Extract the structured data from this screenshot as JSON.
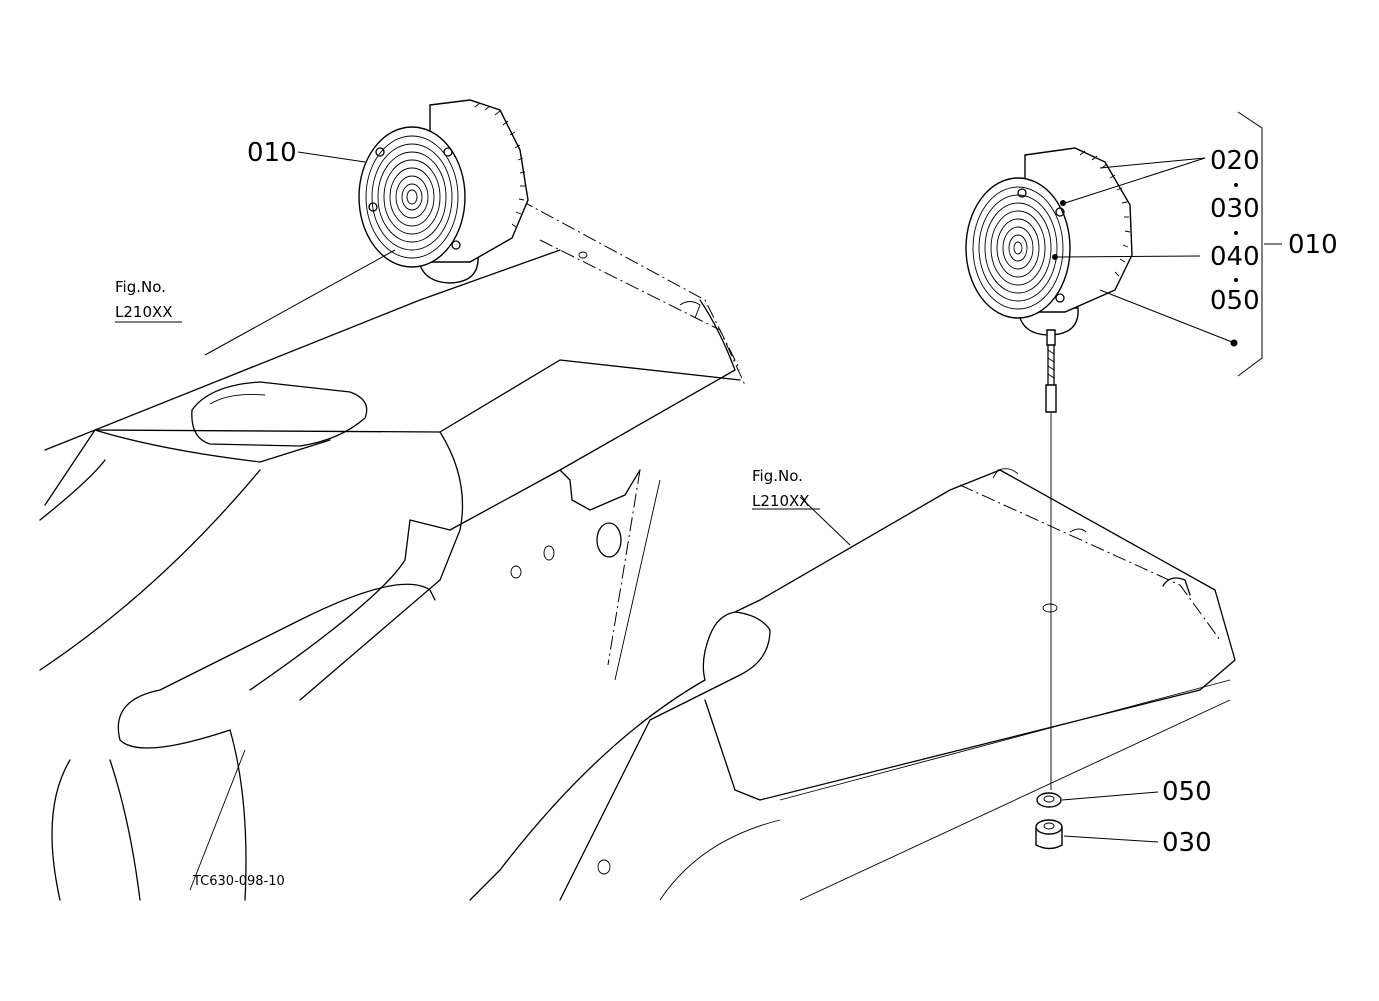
{
  "left_assembly": {
    "callout": "010",
    "fig_ref": {
      "line1": "Fig.No.",
      "line2": "L210XX"
    }
  },
  "right_assembly": {
    "bracket_items": [
      "020",
      "030",
      "040",
      "050"
    ],
    "bracket_parent": "010",
    "fig_ref": {
      "line1": "Fig.No.",
      "line2": "L210XX"
    },
    "hardware_items": [
      "050",
      "030"
    ]
  },
  "drawing_id": "TC630-098-10"
}
